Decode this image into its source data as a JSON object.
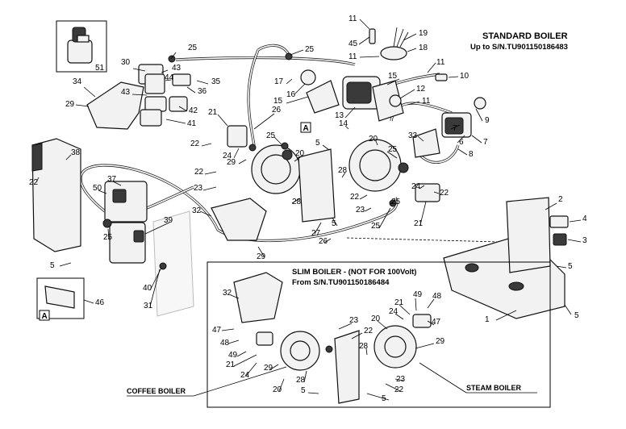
{
  "header": {
    "title": "STANDARD  BOILER",
    "subtitle": "Up to S/N.TU901150186483"
  },
  "inset": {
    "title": "SLIM  BOILER - (NOT FOR 100Volt)",
    "subtitle": "From  S/N.TU901150186484"
  },
  "captions": {
    "coffee_boiler": "COFFEE BOILER",
    "steam_boiler": "STEAM BOILER"
  },
  "callouts": [
    "A",
    "A"
  ],
  "labels": [
    "51",
    "30",
    "25",
    "44",
    "43",
    "35",
    "36",
    "34",
    "43",
    "42",
    "29",
    "41",
    "25",
    "17",
    "16",
    "15",
    "11",
    "45",
    "11",
    "19",
    "18",
    "11",
    "10",
    "15",
    "12",
    "11",
    "9",
    "13",
    "7",
    "6",
    "7",
    "33",
    "8",
    "14",
    "21",
    "22",
    "26",
    "24",
    "25",
    "20",
    "29",
    "22",
    "23",
    "5",
    "20",
    "25",
    "28",
    "22",
    "23",
    "24",
    "22",
    "21",
    "28",
    "32",
    "25",
    "38",
    "37",
    "50",
    "22",
    "39",
    "25",
    "5",
    "40",
    "31",
    "46",
    "27",
    "26",
    "29",
    "5",
    "25",
    "2",
    "4",
    "3",
    "5",
    "1",
    "5",
    "32",
    "23",
    "22",
    "20",
    "49",
    "48",
    "21",
    "24",
    "47",
    "28",
    "29",
    "47",
    "48",
    "49",
    "21",
    "24",
    "29",
    "20",
    "28",
    "5",
    "5",
    "22",
    "23"
  ]
}
